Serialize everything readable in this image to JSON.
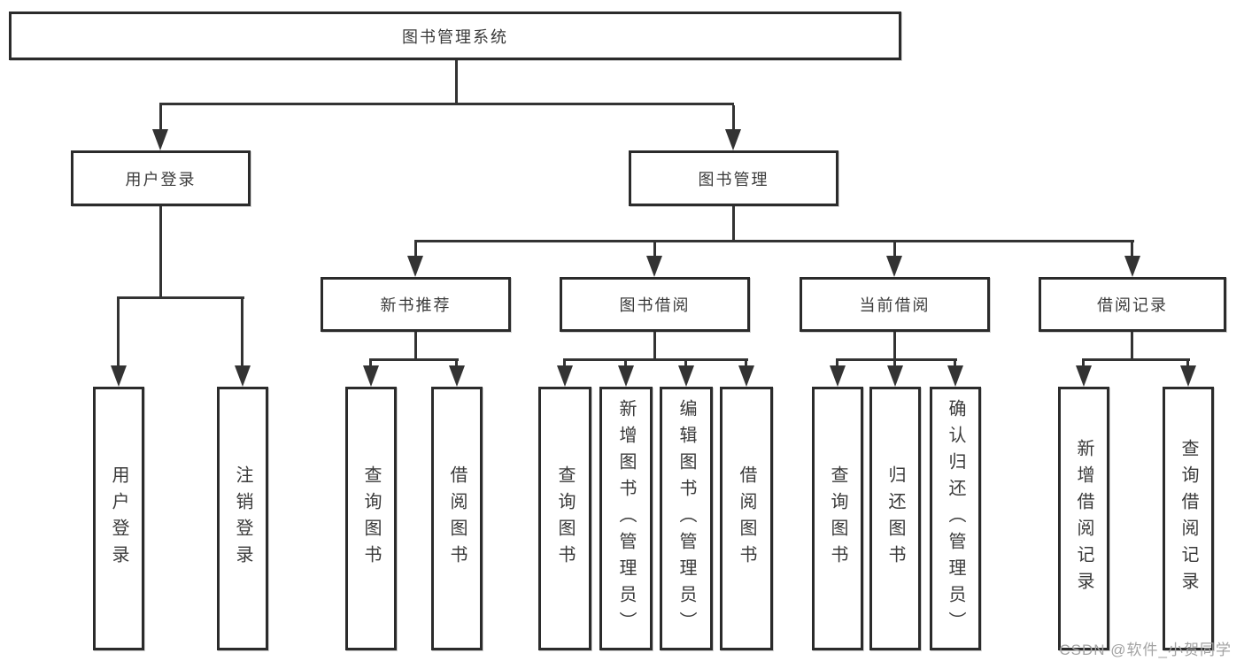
{
  "tree": {
    "root": {
      "label": "图书管理系统"
    },
    "branches": [
      {
        "label": "用户登录",
        "children": [
          {
            "label": "用户登录"
          },
          {
            "label": "注销登录"
          }
        ]
      },
      {
        "label": "图书管理",
        "sections": [
          {
            "label": "新书推荐",
            "children": [
              {
                "label": "查询图书"
              },
              {
                "label": "借阅图书"
              }
            ]
          },
          {
            "label": "图书借阅",
            "children": [
              {
                "label": "查询图书"
              },
              {
                "label": "新增图书（管理员）"
              },
              {
                "label": "编辑图书（管理员）"
              },
              {
                "label": "借阅图书"
              }
            ]
          },
          {
            "label": "当前借阅",
            "children": [
              {
                "label": "查询图书"
              },
              {
                "label": "归还图书"
              },
              {
                "label": "确认归还（管理员）"
              }
            ]
          },
          {
            "label": "借阅记录",
            "children": [
              {
                "label": "新增借阅记录"
              },
              {
                "label": "查询借阅记录"
              }
            ]
          }
        ]
      }
    ]
  },
  "watermark": {
    "text": "CSDN @软件_小贺同学"
  },
  "colors": {
    "line": "#333333",
    "box_border": "#2b2b2b",
    "background": "#ffffff",
    "text": "#3a3a3a",
    "watermark": "#a3a3a3"
  }
}
